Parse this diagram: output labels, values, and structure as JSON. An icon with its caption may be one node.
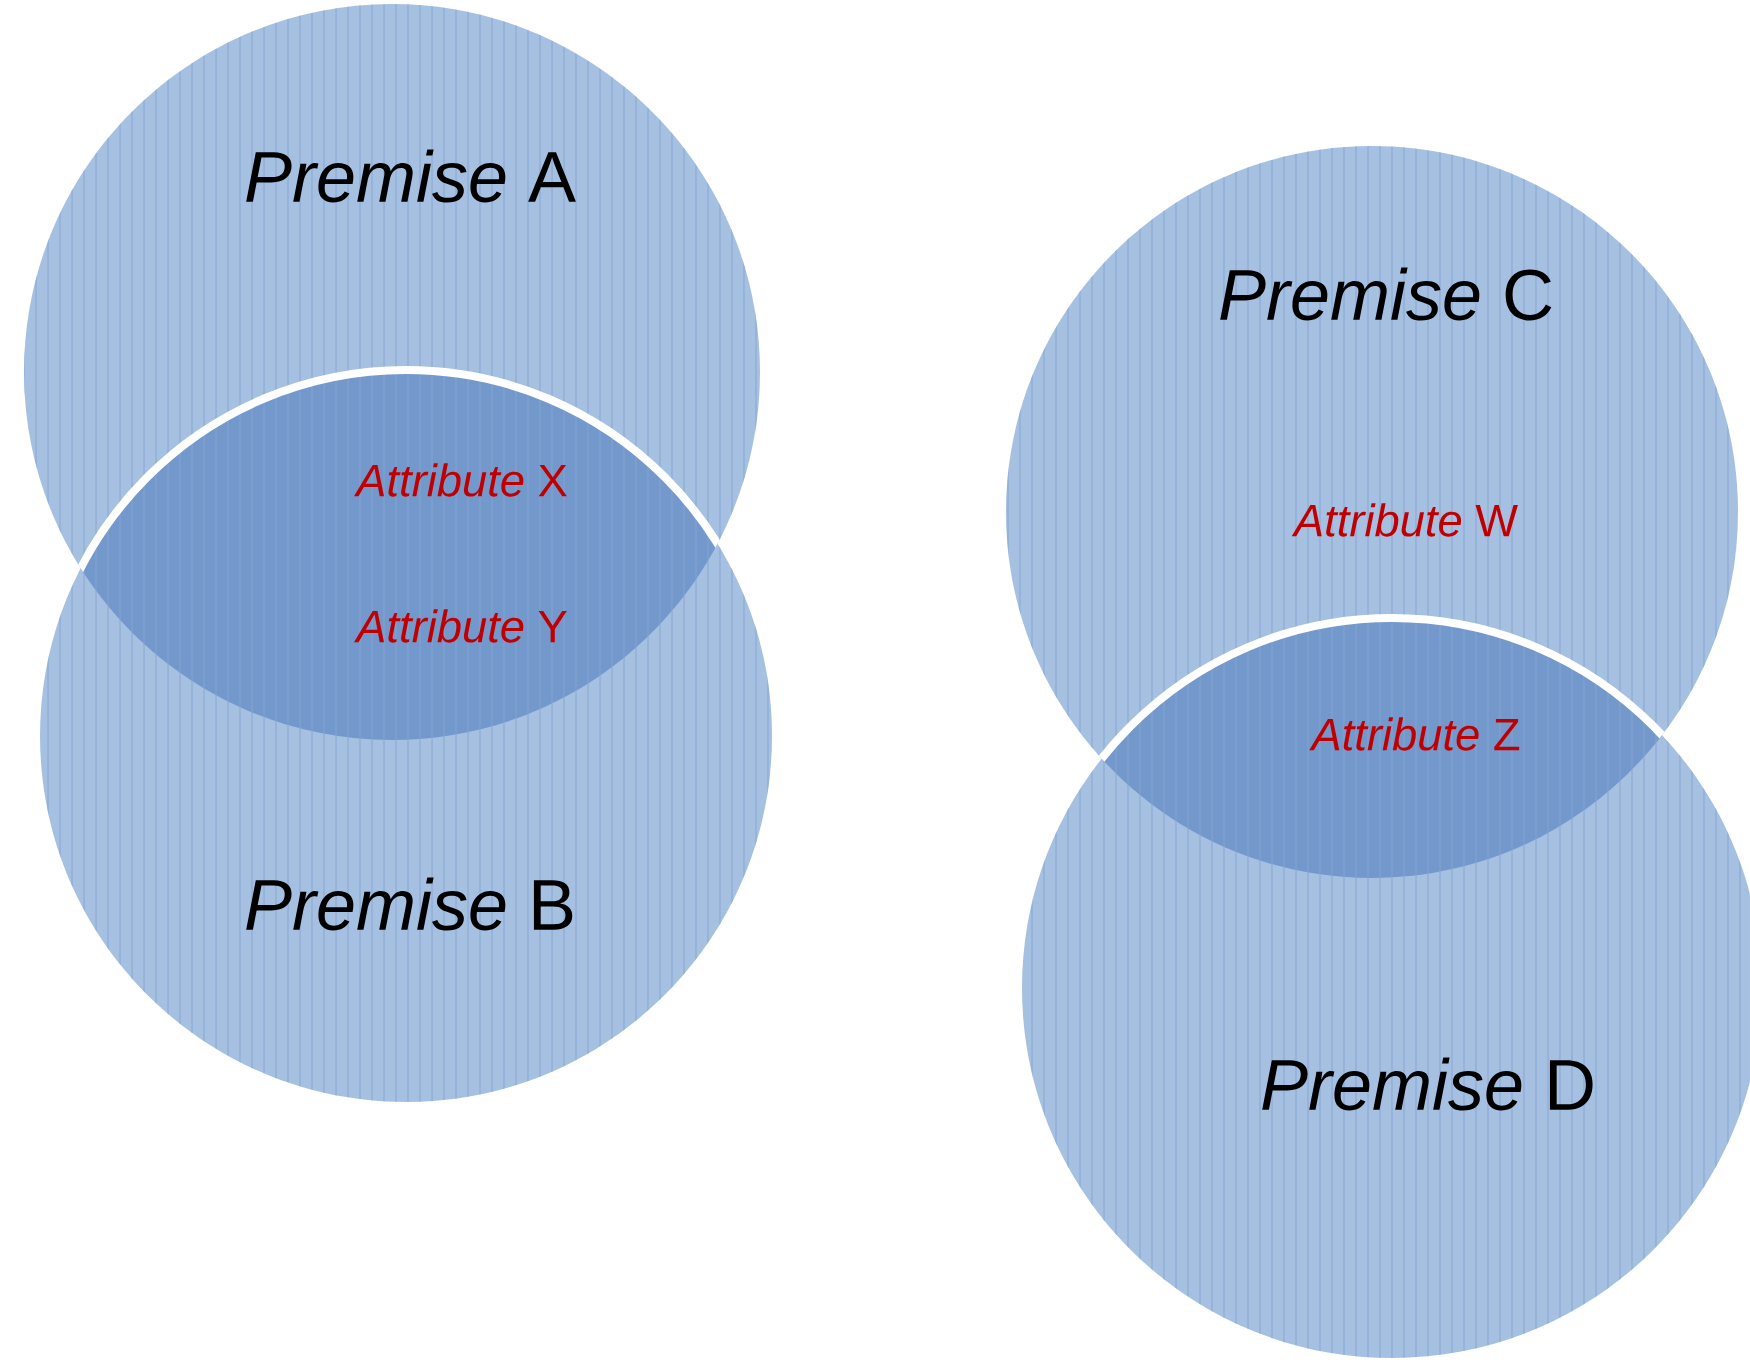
{
  "diagram": {
    "nodes": [
      {
        "text": [
          "*Premise* A"
        ]
      },
      {
        "text": [
          "*Premise* B"
        ]
      },
      {
        "text": [
          "*Premise* C"
        ]
      },
      {
        "text": [
          "*Premise* D"
        ]
      }
    ],
    "labels": [
      "*Attribute* X",
      "*Attribute* Y",
      "*Attribute* W",
      "*Attribute* Z"
    ]
  }
}
